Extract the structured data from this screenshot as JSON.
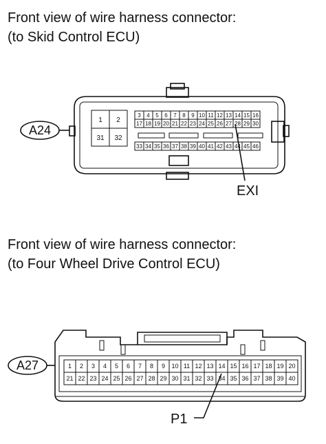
{
  "connector_a24": {
    "caption_line1": "Front view of wire harness connector:",
    "caption_line2": "(to Skid Control ECU)",
    "code": "A24",
    "left_pins": [
      "1",
      "2",
      "31",
      "32"
    ],
    "row1": [
      "3",
      "4",
      "5",
      "6",
      "7",
      "8",
      "9",
      "10",
      "11",
      "12",
      "13",
      "14",
      "15",
      "16"
    ],
    "row2": [
      "17",
      "18",
      "19",
      "20",
      "21",
      "22",
      "23",
      "24",
      "25",
      "26",
      "27",
      "28",
      "29",
      "30"
    ],
    "row3": [
      "33",
      "34",
      "35",
      "36",
      "37",
      "38",
      "39",
      "40",
      "41",
      "42",
      "43",
      "44",
      "45",
      "46"
    ],
    "callout": "EXI"
  },
  "connector_a27": {
    "caption_line1": "Front view of wire harness connector:",
    "caption_line2": "(to Four Wheel Drive Control ECU)",
    "code": "A27",
    "row1": [
      "1",
      "2",
      "3",
      "4",
      "5",
      "6",
      "7",
      "8",
      "9",
      "10",
      "11",
      "12",
      "13",
      "14",
      "15",
      "16",
      "17",
      "18",
      "19",
      "20"
    ],
    "row2": [
      "21",
      "22",
      "23",
      "24",
      "25",
      "26",
      "27",
      "28",
      "29",
      "30",
      "31",
      "32",
      "33",
      "34",
      "35",
      "36",
      "37",
      "38",
      "39",
      "40"
    ],
    "callout": "P1"
  }
}
